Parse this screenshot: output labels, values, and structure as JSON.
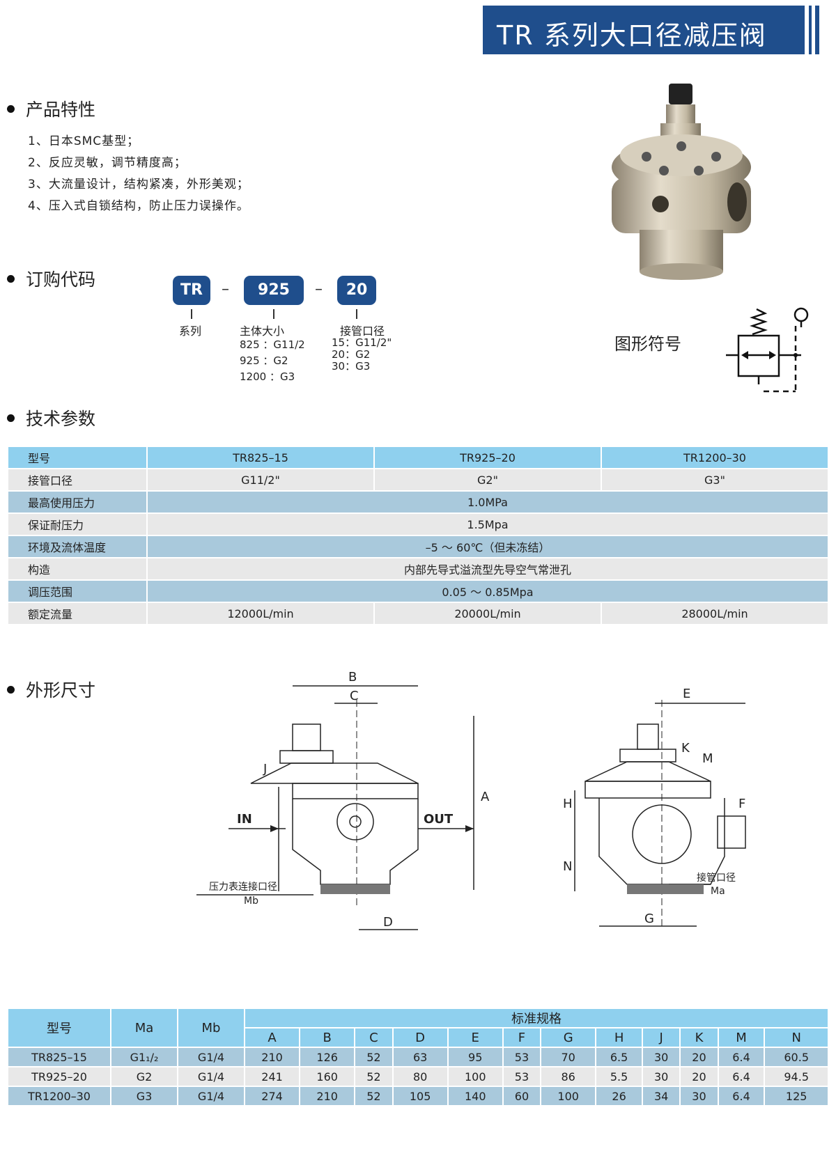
{
  "title": "TR 系列大口径减压阀",
  "features": {
    "heading": "产品特性",
    "items": [
      "1、日本SMC基型；",
      "2、反应灵敏，调节精度高；",
      "3、大流量设计，结构紧凑，外形美观；",
      "4、压入式自锁结构，防止压力误操作。"
    ]
  },
  "order": {
    "heading": "订购代码",
    "codes": [
      "TR",
      "925",
      "20"
    ],
    "dash": "–",
    "series_label": "系列",
    "body_label": "主体大小",
    "body_options": "825 ：G11/2\n925 ：G2\n1200 ：G3",
    "port_label": "接管口径",
    "port_options": "15：G11/2\"\n20：G2\n30：G3",
    "symbol_label": "图形符号"
  },
  "tech": {
    "heading": "技术参数",
    "rows": {
      "model": [
        "型号",
        "TR825–15",
        "TR925–20",
        "TR1200–30"
      ],
      "port": [
        "接管口径",
        "G11/2\"",
        "G2\"",
        "G3\""
      ],
      "max_pressure": [
        "最高使用压力",
        "1.0MPa"
      ],
      "proof_pressure": [
        "保证耐压力",
        "1.5Mpa"
      ],
      "temp": [
        "环境及流体温度",
        "–5 ～ 60℃（但未冻结）"
      ],
      "structure": [
        "构造",
        "内部先导式溢流型先导空气常泄孔"
      ],
      "range": [
        "调压范围",
        "0.05 ～ 0.85Mpa"
      ],
      "flow": [
        "额定流量",
        "12000L/min",
        "20000L/min",
        "28000L/min"
      ]
    }
  },
  "dimensions": {
    "heading": "外形尺寸",
    "labels": {
      "B": "B",
      "C": "C",
      "J": "J",
      "A": "A",
      "IN": "IN",
      "OUT": "OUT",
      "D": "D",
      "E": "E",
      "K": "K",
      "M": "M",
      "H": "H",
      "F": "F",
      "N": "N",
      "G": "G",
      "mb_note": "压力表连接口径",
      "mb": "Mb",
      "ma_note": "接管口径",
      "ma": "Ma"
    }
  },
  "spec_table": {
    "h_model": "型号",
    "h_ma": "Ma",
    "h_mb": "Mb",
    "h_std": "标准规格",
    "cols": [
      "A",
      "B",
      "C",
      "D",
      "E",
      "F",
      "G",
      "H",
      "J",
      "K",
      "M",
      "N"
    ],
    "rows": [
      [
        "TR825–15",
        "G1₁/₂",
        "G1/4",
        "210",
        "126",
        "52",
        "63",
        "95",
        "53",
        "70",
        "6.5",
        "30",
        "20",
        "6.4",
        "60.5"
      ],
      [
        "TR925–20",
        "G2",
        "G1/4",
        "241",
        "160",
        "52",
        "80",
        "100",
        "53",
        "86",
        "5.5",
        "30",
        "20",
        "6.4",
        "94.5"
      ],
      [
        "TR1200–30",
        "G3",
        "G1/4",
        "274",
        "210",
        "52",
        "105",
        "140",
        "60",
        "100",
        "26",
        "34",
        "30",
        "6.4",
        "125"
      ]
    ]
  }
}
